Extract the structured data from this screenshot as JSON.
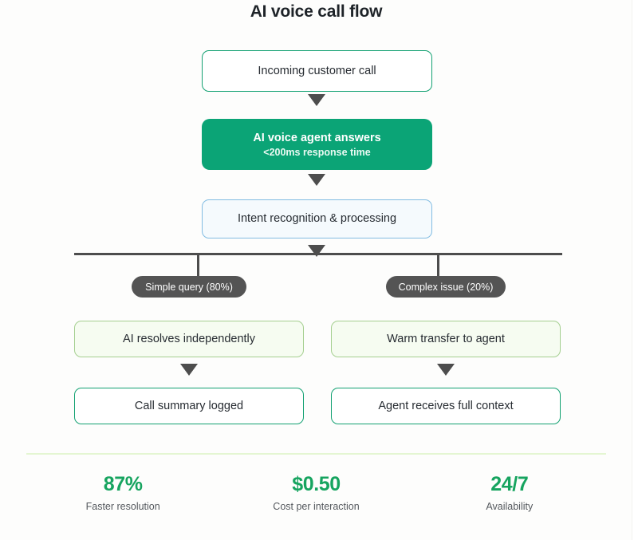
{
  "header": {
    "title": "AI voice call flow"
  },
  "flow": {
    "nodes": [
      {
        "id": "incoming",
        "label": "Incoming customer call",
        "style": "teal-outline"
      },
      {
        "id": "agent",
        "label": "AI voice agent answers",
        "sub": "<200ms response time",
        "style": "green-filled"
      },
      {
        "id": "intent",
        "label": "Intent recognition & processing",
        "style": "blue-outline"
      },
      {
        "id": "resolve",
        "label": "AI resolves independently",
        "style": "pale-green"
      },
      {
        "id": "warm",
        "label": "Warm transfer to agent",
        "style": "pale-green"
      },
      {
        "id": "summary",
        "label": "Call summary logged",
        "style": "teal-outline"
      },
      {
        "id": "context",
        "label": "Agent receives full context",
        "style": "teal-outline"
      }
    ],
    "branches": [
      {
        "id": "simple",
        "label": "Simple query (80%)"
      },
      {
        "id": "complex",
        "label": "Complex issue (20%)"
      }
    ]
  },
  "stats": [
    {
      "value": "87%",
      "label": "Faster resolution"
    },
    {
      "value": "$0.50",
      "label": "Cost per interaction"
    },
    {
      "value": "24/7",
      "label": "Availability"
    }
  ],
  "colors": {
    "brand_green": "#0ba476",
    "teal_border": "#13a172",
    "blue_border": "#82bce2",
    "pale_green_border": "#a5cf90",
    "pill_gray": "#545454",
    "arrow_gray": "#4d4d4d",
    "stat_green": "#16a45f",
    "divider_green": "#e4f6d2",
    "background": "#fdfdfc"
  }
}
